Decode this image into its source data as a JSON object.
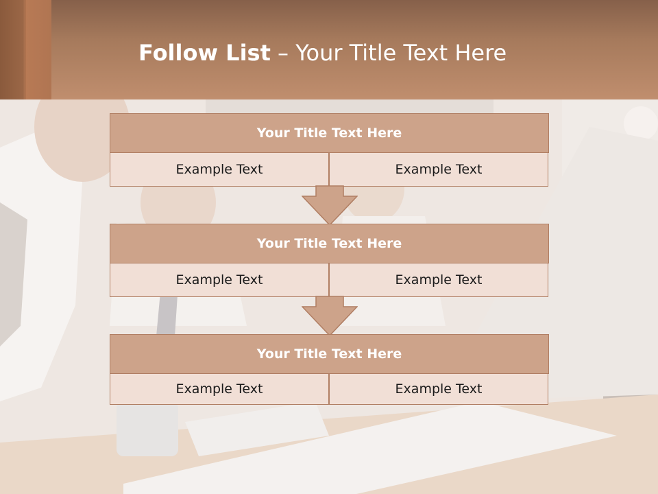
{
  "slide": {
    "title_bold": "Follow List",
    "title_rest": " – Your Title Text Here"
  },
  "steps": [
    {
      "title": "Your Title Text Here",
      "left": "Example Text",
      "right": "Example Text"
    },
    {
      "title": "Your Title Text Here",
      "left": "Example Text",
      "right": "Example Text"
    },
    {
      "title": "Your Title Text Here",
      "left": "Example Text",
      "right": "Example Text"
    }
  ],
  "colors": {
    "header": "#a67a5c",
    "block_title": "#cda38a",
    "cell": "#f1dfd6",
    "border": "#b07e63",
    "arrow": "#cda38a"
  }
}
